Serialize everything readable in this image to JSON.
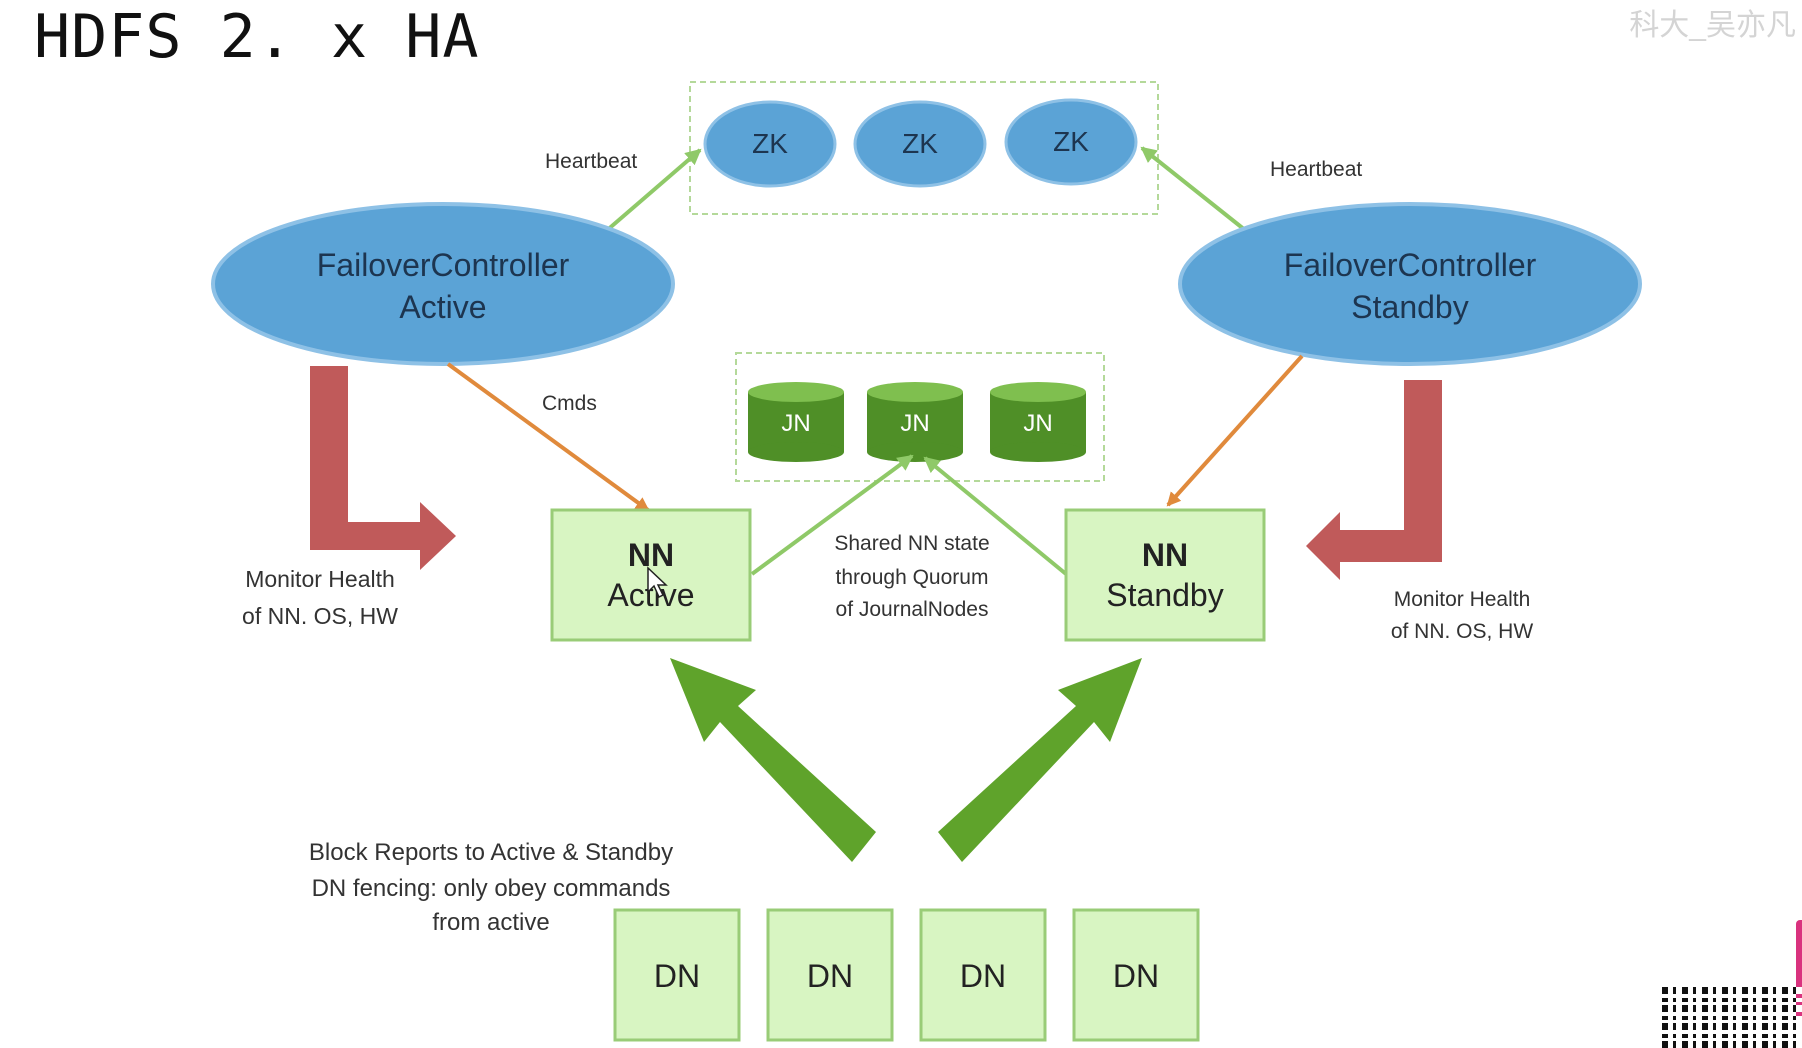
{
  "title": "HDFS 2. x HA",
  "watermark": "科大_吴亦凡",
  "zookeepers": [
    "ZK",
    "ZK",
    "ZK"
  ],
  "failover_active": {
    "line1": "FailoverController",
    "line2": "Active"
  },
  "failover_standby": {
    "line1": "FailoverController",
    "line2": "Standby"
  },
  "heartbeat_left": "Heartbeat",
  "heartbeat_right": "Heartbeat",
  "cmds": "Cmds",
  "journal_nodes": [
    "JN",
    "JN",
    "JN"
  ],
  "nn_active": {
    "line1": "NN",
    "line2": "Active"
  },
  "nn_standby": {
    "line1": "NN",
    "line2": "Standby"
  },
  "shared_state": [
    "Shared NN state",
    "through Quorum",
    "of JournalNodes"
  ],
  "monitor_left": [
    "Monitor Health",
    "of NN. OS, HW"
  ],
  "monitor_right": [
    "Monitor Health",
    "of NN. OS, HW"
  ],
  "block_reports": [
    "Block Reports to Active & Standby",
    "DN fencing: only obey commands",
    "from active"
  ],
  "data_nodes": [
    "DN",
    "DN",
    "DN",
    "DN"
  ],
  "colors": {
    "ellipse_blue": "#5ba3d6",
    "jn_green": "#4f8f27",
    "box_green": "#d8f5c2",
    "box_border": "#99cc77",
    "arrow_green": "#5fa32b",
    "arrow_orange": "#e08a3c",
    "arrow_red": "#c05a5a",
    "light_green_line": "#8fc968"
  }
}
